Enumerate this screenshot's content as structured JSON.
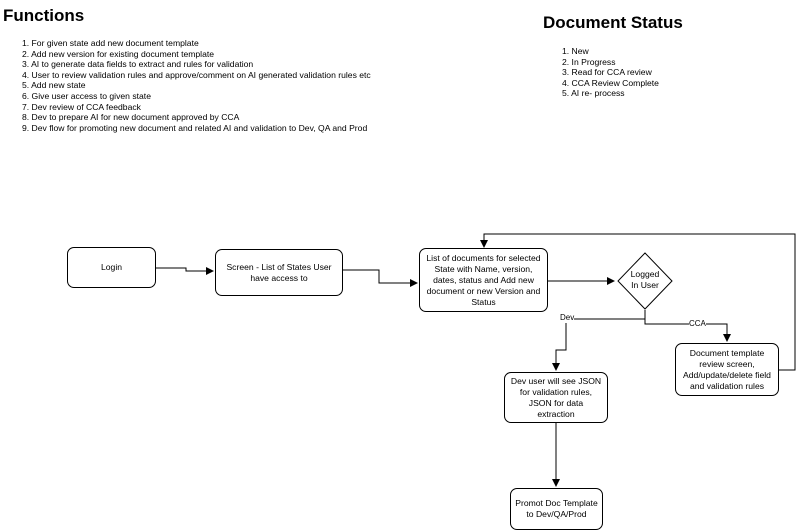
{
  "functions": {
    "title": "Functions",
    "items": [
      "1. For given state add new document template",
      "2. Add new version for existing document template",
      "3. AI to generate data fields to extract and rules for validation",
      "4. User to review validation rules and approve/comment on AI generated validation rules etc",
      "5. Add new state",
      "6. Give user access to given state",
      "7. Dev review of CCA feedback",
      "8. Dev to prepare AI for new document approved by CCA",
      "9. Dev flow for promoting new document and related AI and validation to Dev, QA and Prod"
    ]
  },
  "document_status": {
    "title": "Document Status",
    "items": [
      "1. New",
      "2. In Progress",
      "3. Read for CCA review",
      "4. CCA Review Complete",
      "5. AI re- process"
    ]
  },
  "flow": {
    "login": "Login",
    "states_screen": "Screen - List of States User have access to",
    "documents_list": "List of documents for selected State with Name, version, dates, status and Add new document or new Version and Status",
    "logged_in_user": "Logged In User",
    "dev_label": "Dev",
    "cca_label": "CCA",
    "template_review": "Document template review screen, Add/update/delete field and validation rules",
    "dev_json": "Dev user will see JSON for validation rules, JSON for data extraction",
    "promote": "Promot Doc Template to Dev/QA/Prod"
  }
}
